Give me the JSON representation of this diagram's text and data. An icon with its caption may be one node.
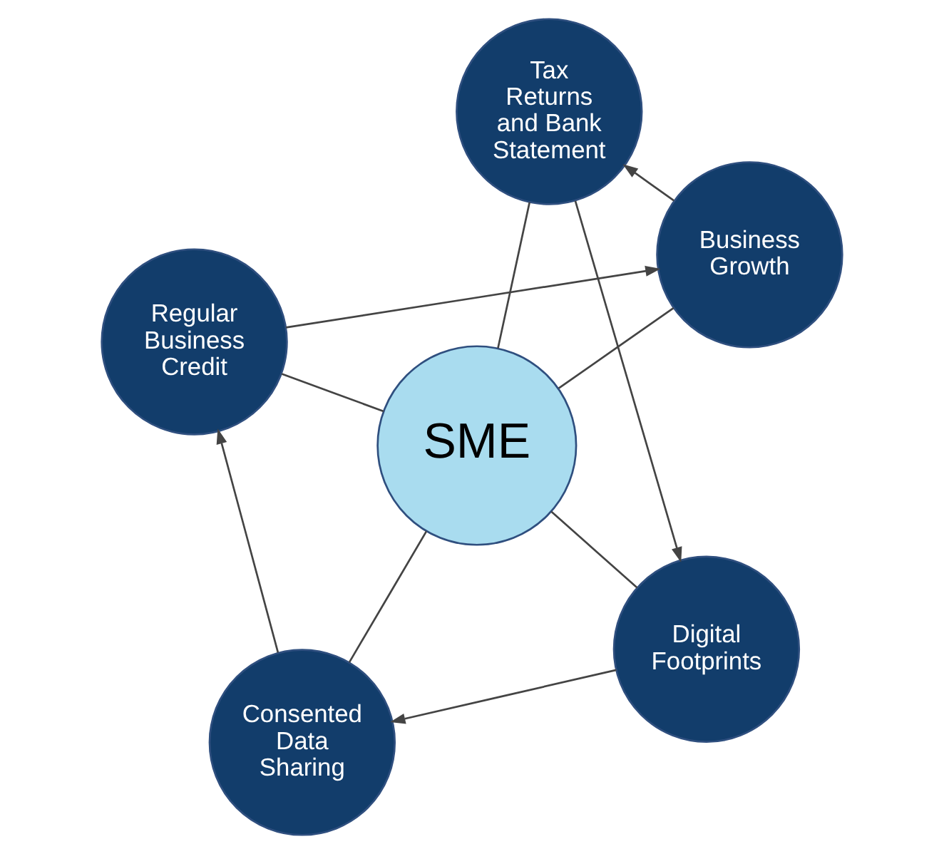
{
  "diagram": {
    "nodes": [
      {
        "text": [
          "SME"
        ]
      },
      {
        "text": [
          "Digital Footprints"
        ]
      },
      {
        "text": [
          "Consented Data Sharing"
        ]
      },
      {
        "text": [
          "Regular Business Credit"
        ]
      },
      {
        "text": [
          "Business Growth"
        ]
      },
      {
        "text": [
          "Tax Returns and Bank Statement"
        ]
      }
    ],
    "edges": [
      {
        "from": 0,
        "to": 1,
        "arrow": "none"
      },
      {
        "from": 0,
        "to": 2,
        "arrow": "none"
      },
      {
        "from": 0,
        "to": 3,
        "arrow": "none"
      },
      {
        "from": 0,
        "to": 4,
        "arrow": "none"
      },
      {
        "from": 0,
        "to": 5,
        "arrow": "none"
      },
      {
        "from": 1,
        "to": 2,
        "arrow": "to"
      },
      {
        "from": 2,
        "to": 3,
        "arrow": "to"
      },
      {
        "from": 3,
        "to": 4,
        "arrow": "to"
      },
      {
        "from": 4,
        "to": 5,
        "arrow": "to"
      },
      {
        "from": 5,
        "to": 1,
        "arrow": "to"
      }
    ]
  }
}
